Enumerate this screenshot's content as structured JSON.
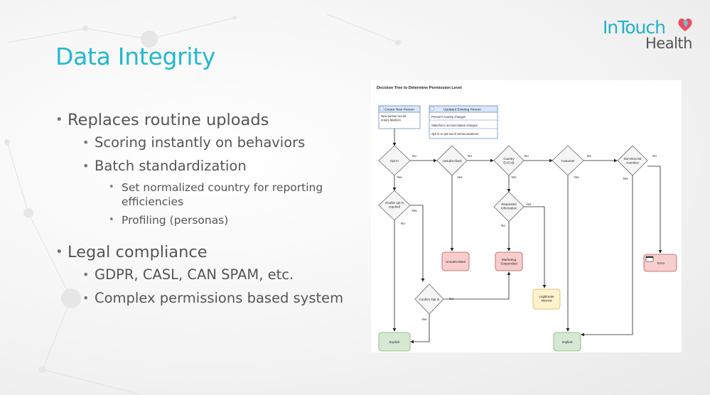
{
  "slide": {
    "title": "Data Integrity",
    "logo": {
      "line1": "InTouch",
      "line2": "Health"
    },
    "bullets": [
      {
        "text": "Replaces routine uploads",
        "children": [
          {
            "text": "Scoring instantly on behaviors",
            "children": []
          },
          {
            "text": "Batch standardization",
            "children": [
              {
                "text": "Set normalized country for reporting efficiencies"
              },
              {
                "text": "Profiling (personas)"
              }
            ]
          }
        ]
      },
      {
        "text": "Legal compliance",
        "children": [
          {
            "text": "GDPR, CASL, CAN SPAM, etc.",
            "children": []
          },
          {
            "text": "Complex permissions based system",
            "children": []
          }
        ]
      }
    ]
  },
  "diagram": {
    "title": "Decision Tree to Determine Permission Level",
    "create_box": {
      "header": "Create New Person",
      "rows": [
        "New person record enters Marketo"
      ]
    },
    "update_box": {
      "header": "Updated Existing Person",
      "rows": [
        "Person's country changes",
        "Salesforce account status changes",
        "Opt in or opt out of communications"
      ]
    },
    "decisions": {
      "opt_in": "Opt In",
      "unsubscribed": "Unsubscribed",
      "country_eucab": [
        "Country",
        "EUCAB"
      ],
      "customer": "Customer",
      "non_eucab": [
        "Non-EUCAB",
        "countries"
      ],
      "double_opt_in": [
        "Double opt in",
        "required"
      ],
      "requested_info": [
        "Requested",
        "Information"
      ],
      "confirm_opt_in": "Confirm Opt In"
    },
    "outcomes": {
      "unsubscribed": "Unsubscribed",
      "marketing_suspended": [
        "Marketing",
        "Suspended"
      ],
      "legitimate_interest": [
        "Legitimate",
        "Interest"
      ],
      "error": "Error",
      "explicit": "Explicit",
      "implied": "Implied"
    },
    "labels": {
      "yes": "Yes",
      "no": "No"
    },
    "colors": {
      "decision_fill": "#f5f5f5",
      "decision_stroke": "#666666",
      "box_fill": "#dae8fc",
      "box_stroke": "#6c8ebf",
      "red_fill": "#f8cecc",
      "red_stroke": "#b85450",
      "green_fill": "#d5e8d4",
      "green_stroke": "#82b366",
      "yellow_fill": "#fff2cc",
      "yellow_stroke": "#d6b656"
    }
  }
}
